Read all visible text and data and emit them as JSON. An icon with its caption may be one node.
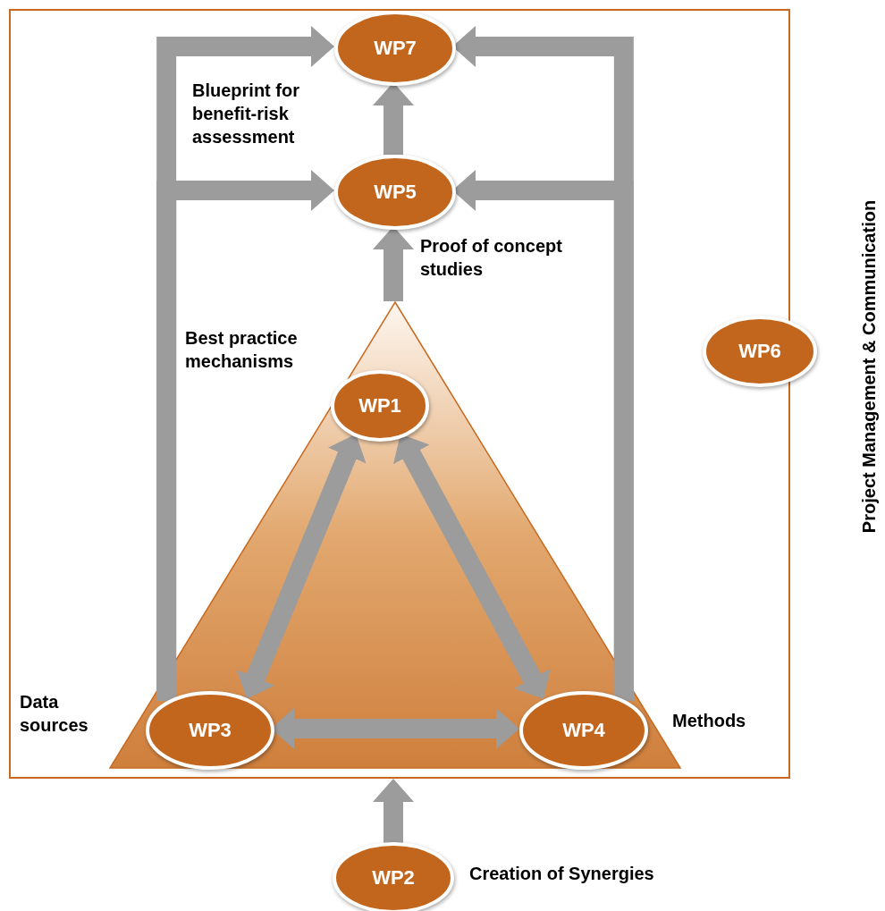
{
  "diagram": {
    "nodes": [
      {
        "text": [],
        "shape": "box"
      },
      {
        "text": [
          "WP7"
        ],
        "in": 0,
        "beside": [
          "Blueprint for benefit-risk assessment"
        ]
      },
      {
        "text": [
          "WP5"
        ],
        "in": 0,
        "beside": [
          "Proof of concept studies"
        ]
      },
      {
        "text": [],
        "shape": "triangle",
        "in": 0
      },
      {
        "text": [
          "WP1"
        ],
        "in": 3,
        "beside": [
          "Best practice mechanisms"
        ]
      },
      {
        "text": [
          "WP3"
        ],
        "in": 3,
        "beside": [
          "Data sources"
        ]
      },
      {
        "text": [
          "WP4"
        ],
        "in": 3,
        "beside": [
          "Methods"
        ]
      },
      {
        "text": [
          "WP6"
        ],
        "beside": [
          "Project Management & Communication"
        ]
      },
      {
        "text": [
          "WP2"
        ],
        "beside": [
          "Creation of Synergies"
        ]
      }
    ],
    "edges": [
      {
        "from": 2,
        "to": 1,
        "arrow": "to"
      },
      {
        "from": 3,
        "to": 2,
        "arrow": "to"
      },
      {
        "from": 4,
        "to": 5,
        "arrow": "both"
      },
      {
        "from": 4,
        "to": 6,
        "arrow": "both"
      },
      {
        "from": 5,
        "to": 6,
        "arrow": "both"
      },
      {
        "from": 5,
        "to": 1,
        "arrow": "to"
      },
      {
        "from": 5,
        "to": 2,
        "arrow": "to"
      },
      {
        "from": 6,
        "to": 1,
        "arrow": "to"
      },
      {
        "from": 6,
        "to": 2,
        "arrow": "to"
      },
      {
        "from": 8,
        "to": 0,
        "arrow": "to"
      }
    ]
  }
}
